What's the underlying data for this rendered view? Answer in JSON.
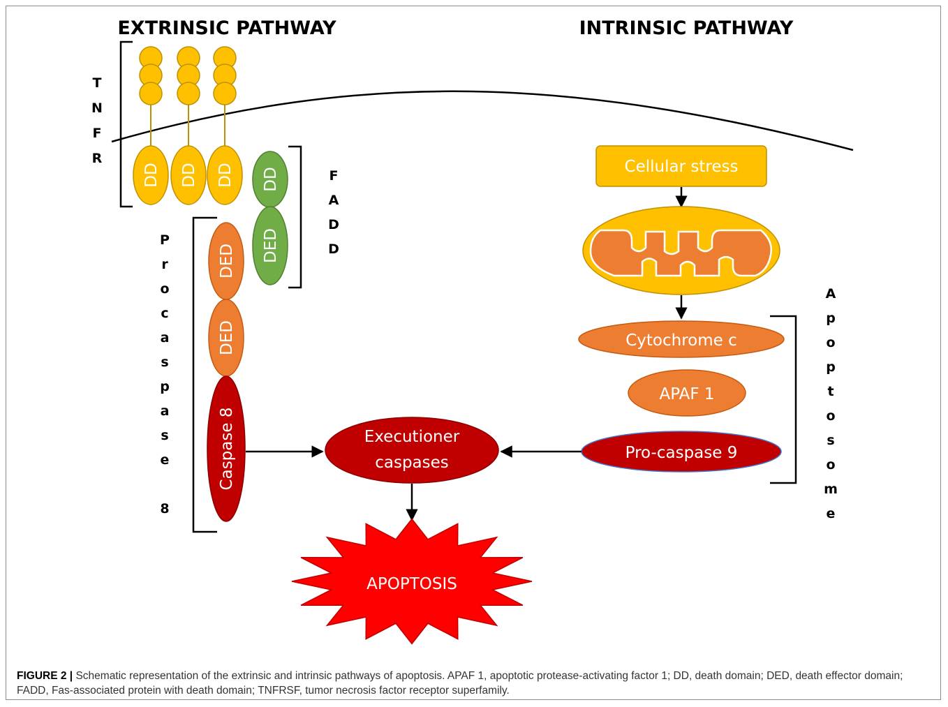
{
  "headings": {
    "extrinsic": "EXTRINSIC PATHWAY",
    "intrinsic": "INTRINSIC PATHWAY"
  },
  "bracket_labels": {
    "tnfr": [
      "T",
      "N",
      "F",
      "R"
    ],
    "fadd": [
      "F",
      "A",
      "D",
      "D"
    ],
    "procaspase8": [
      "P",
      "r",
      "o",
      "c",
      "a",
      "s",
      "p",
      "a",
      "s",
      "e",
      "",
      "8"
    ],
    "apoptosome": [
      "A",
      "p",
      "o",
      "p",
      "t",
      "o",
      "s",
      "o",
      "m",
      "e"
    ]
  },
  "nodes": {
    "dd": "DD",
    "ded": "DED",
    "caspase8": "Caspase 8",
    "cellular_stress": "Cellular stress",
    "cytochrome_c": "Cytochrome c",
    "apaf1": "APAF 1",
    "procaspase9": "Pro-caspase 9",
    "executioner_line1": "Executioner",
    "executioner_line2": "caspases",
    "apoptosis": "APOPTOSIS"
  },
  "colors": {
    "yellow": "#FFC000",
    "yellow_border": "#BF9000",
    "green": "#70AD47",
    "green_border": "#507E32",
    "orange": "#ED7D31",
    "orange_border": "#C55A11",
    "dark_red": "#C00000",
    "bright_red": "#FF0000",
    "line": "#000000"
  },
  "caption": {
    "label": "FIGURE 2 |",
    "text": " Schematic representation of the extrinsic and intrinsic pathways of apoptosis. APAF 1, apoptotic protease-activating factor 1; DD, death domain; DED, death effector domain; FADD, Fas-associated protein with death domain; TNFRSF, tumor necrosis factor receptor superfamily."
  }
}
